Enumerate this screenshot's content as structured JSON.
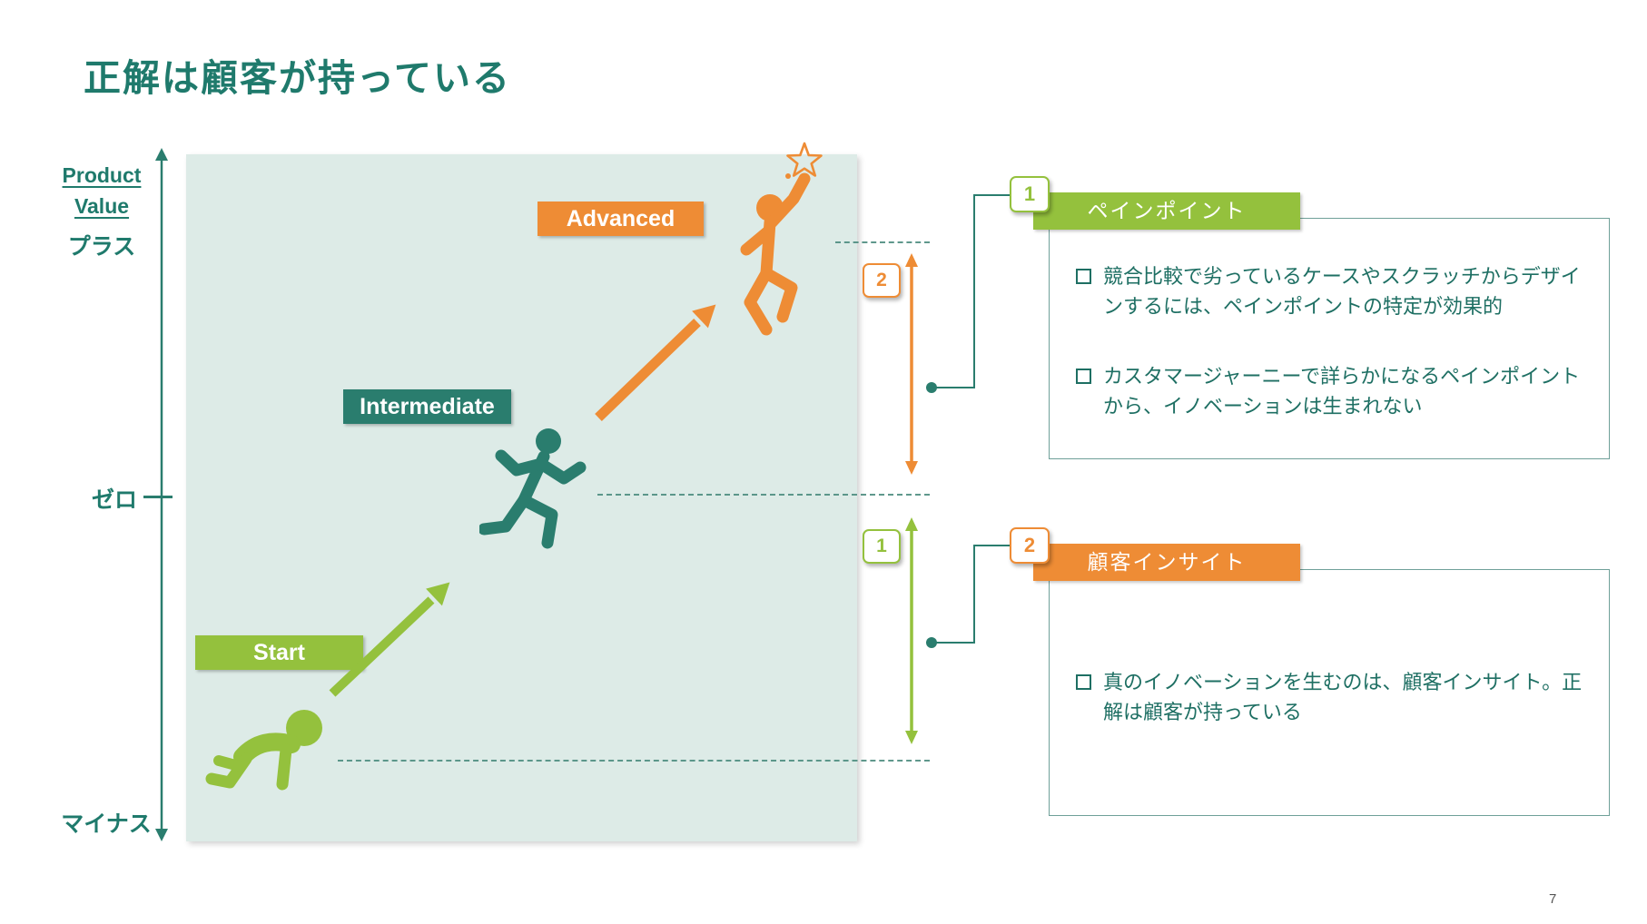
{
  "slide": {
    "title": "正解は顧客が持っている",
    "page_number": "7"
  },
  "axis": {
    "title_line1": "Product",
    "title_line2": "Value",
    "plus_label": "プラス",
    "zero_label": "ゼロ",
    "minus_label": "マイナス"
  },
  "stages": {
    "start": "Start",
    "intermediate": "Intermediate",
    "advanced": "Advanced"
  },
  "range_markers": {
    "upper_badge": "2",
    "lower_badge": "1"
  },
  "callouts": {
    "pain_points": {
      "badge": "1",
      "title": "ペインポイント",
      "bullets": [
        "競合比較で劣っているケースやスクラッチからデザインするには、ペインポイントの特定が効果的",
        "カスタマージャーニーで詳らかになるペインポイントから、イノベーションは生まれない"
      ]
    },
    "customer_insight": {
      "badge": "2",
      "title": "顧客インサイト",
      "bullets": [
        "真のイノベーションを生むのは、顧客インサイト。正解は顧客が持っている"
      ]
    }
  },
  "colors": {
    "teal": "#2A7D6E",
    "green": "#94C13D",
    "orange": "#EE8C35",
    "panel_bg": "#DDEBE7"
  }
}
